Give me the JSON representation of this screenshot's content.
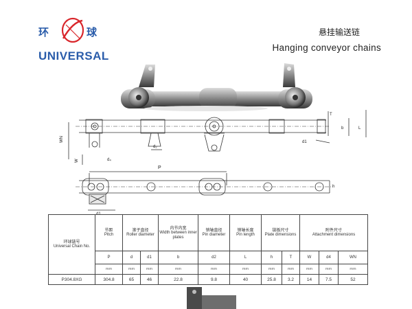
{
  "logo": {
    "cn_left": "环",
    "cn_right": "球",
    "name": "UNIVERSAL"
  },
  "title": {
    "cn": "悬挂输送链",
    "en": "Hanging conveyor chains"
  },
  "drawing_labels": {
    "T": "T",
    "b": "b",
    "L": "L",
    "d1": "d1",
    "d2": "d₂",
    "d4": "d₄",
    "WN": "WN",
    "W": "W",
    "P": "P",
    "h": "h"
  },
  "table": {
    "headers": [
      {
        "cn": "环球链号",
        "en": "Universal Chain No."
      },
      {
        "cn": "节距",
        "en": "Pitch"
      },
      {
        "cn": "滚子直径",
        "en": "Roller diameter"
      },
      {
        "cn": "内节内宽",
        "en": "Width between inner plates"
      },
      {
        "cn": "销轴直径",
        "en": "Pin diameter"
      },
      {
        "cn": "销轴长度",
        "en": "Pin length"
      },
      {
        "cn": "链板尺寸",
        "en": "Plate dimensions"
      },
      {
        "cn": "附件尺寸",
        "en": "Attachment dimensions"
      }
    ],
    "symbols": [
      "P",
      "d",
      "d1",
      "b",
      "d2",
      "L",
      "h",
      "T",
      "W",
      "d4",
      "WN"
    ],
    "units": [
      "mm",
      "mm",
      "mm",
      "mm",
      "mm",
      "mm",
      "mm",
      "mm",
      "mm",
      "mm",
      "mm"
    ],
    "rows": [
      {
        "chain": "P304.8XG",
        "values": [
          "304.8",
          "65",
          "46",
          "22.8",
          "9.8",
          "40",
          "25.8",
          "3.2",
          "14",
          "7.5",
          "52"
        ]
      }
    ]
  }
}
